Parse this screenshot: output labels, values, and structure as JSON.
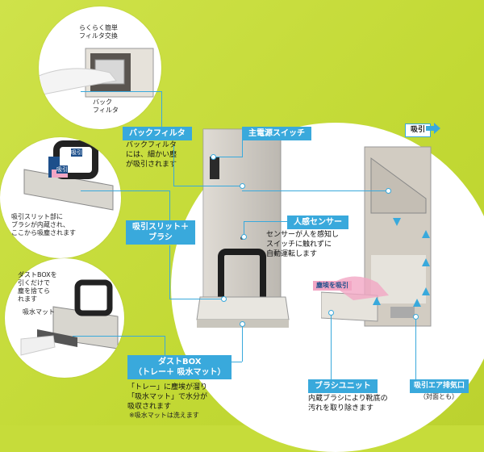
{
  "colors": {
    "background": "#c6dc3a",
    "label_blue": "#39a9dc",
    "pink": "#f2a6c4"
  },
  "labels": {
    "back_filter": "バックフィルタ",
    "main_switch": "主電源スイッチ",
    "suction_slit": "吸引スリット＋\nブラシ",
    "sensor": "人感センサー",
    "dust_box": "ダストBOX\n（トレー＋ 吸水マット）",
    "brush_unit": "ブラシユニット",
    "exhaust": "吸引エア排気口",
    "exhaust_sub": "（対面とも）",
    "suction": "吸引",
    "dust_suction": "塵埃を吸引"
  },
  "descriptions": {
    "back_filter": "バックフィルタ\nには、細かい塵\nが吸引されます",
    "sensor": "センサーが人を感知し\nスイッチに触れずに\n自動運転します",
    "dust_box": "「トレー」に塵埃が溜り\n「吸水マット」で水分が\n吸収されます",
    "dust_box_note": "※吸水マットは洗えます",
    "brush_unit": "内蔵ブラシにより靴底の\n汚れを取り除きます",
    "photo1_top": "らくらく簡単\nフィルタ交換",
    "photo1_side": "バック\nフィルタ",
    "photo2_badge1": "吸引",
    "photo2_badge2": "吸引",
    "photo2_text": "吸引スリット部に\nブラシが内蔵され、\nここから吸塵されます",
    "photo3_text": "ダストBOXを\n引くだけで\n塵を捨てら\nれます",
    "photo3_mat": "吸水マット"
  }
}
